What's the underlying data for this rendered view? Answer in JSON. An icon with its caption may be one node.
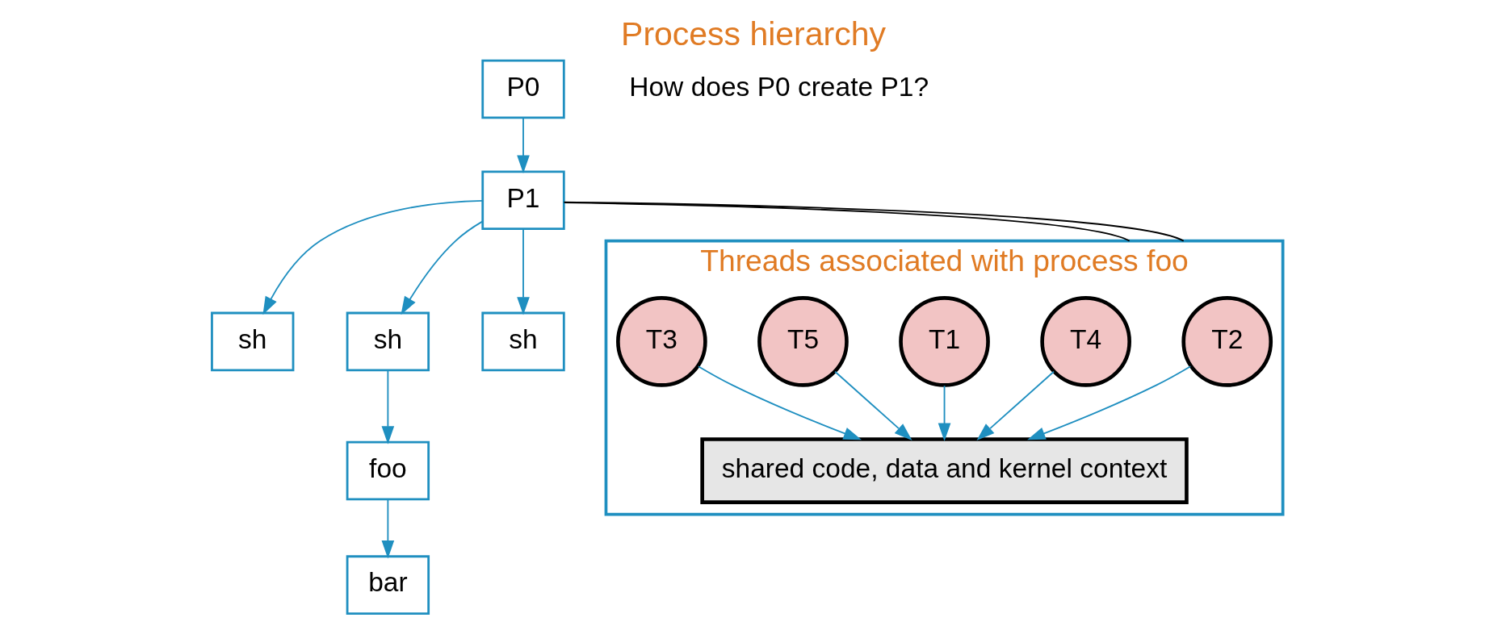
{
  "diagram": {
    "title": "Process hierarchy",
    "nodes": [
      {
        "text": [
          "P0"
        ]
      },
      {
        "text": [
          "P1"
        ]
      },
      {
        "text": [
          "sh"
        ]
      },
      {
        "text": [
          "sh"
        ]
      },
      {
        "text": [
          "sh"
        ]
      },
      {
        "text": [
          "foo"
        ]
      },
      {
        "text": [
          "bar"
        ]
      },
      {
        "text": [
          "Threads associated with process foo"
        ]
      },
      {
        "text": [
          "T2"
        ],
        "in": 7
      },
      {
        "text": [
          "T4"
        ],
        "in": 7
      },
      {
        "text": [
          "T1"
        ],
        "in": 7
      },
      {
        "text": [
          "shared code, data and kernel context"
        ],
        "in": 7
      },
      {
        "text": [
          "T5"
        ],
        "in": 7
      },
      {
        "text": [
          "T3"
        ],
        "in": 7
      }
    ],
    "edges": [
      {
        "from": 0,
        "to": 1,
        "arrow": "to"
      },
      {
        "from": 1,
        "to": 2,
        "arrow": "to"
      },
      {
        "from": 1,
        "to": 3,
        "arrow": "to"
      },
      {
        "from": 1,
        "to": 4,
        "arrow": "to"
      },
      {
        "from": 3,
        "to": 5,
        "arrow": "to"
      },
      {
        "from": 5,
        "to": 6,
        "arrow": "to"
      },
      {
        "from": 1,
        "to": 7,
        "arrow": "none",
        "color": "#000000"
      },
      {
        "from": 1,
        "to": 7,
        "arrow": "none",
        "color": "#000000"
      },
      {
        "from": 10,
        "to": 11,
        "arrow": "to"
      },
      {
        "from": 8,
        "to": 11,
        "arrow": "to"
      },
      {
        "from": 9,
        "to": 11,
        "arrow": "to"
      },
      {
        "from": 12,
        "to": 11,
        "arrow": "to"
      },
      {
        "from": 13,
        "to": 11,
        "arrow": "to"
      }
    ],
    "labels": [
      "How does P0 create P1?"
    ]
  }
}
